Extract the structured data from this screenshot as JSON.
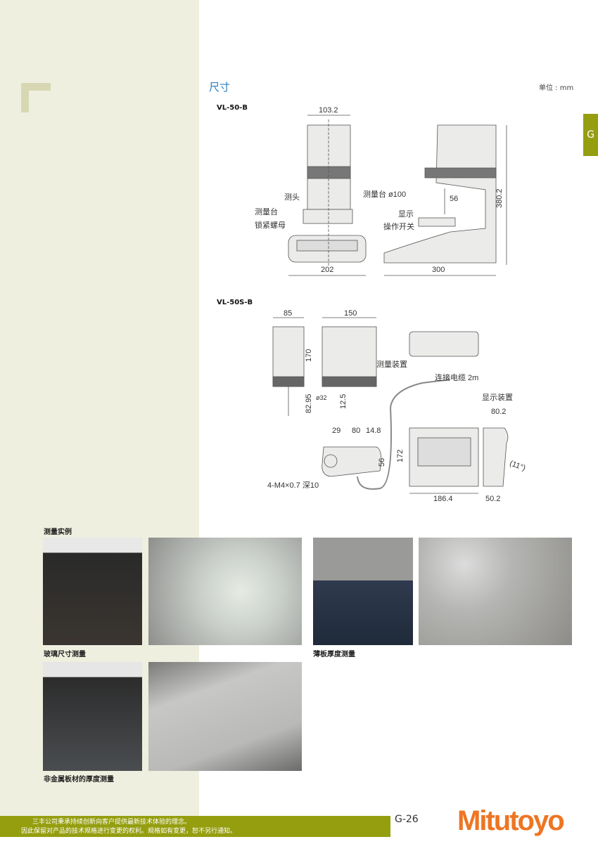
{
  "section": {
    "title": "尺寸",
    "unit": "单位 : mm",
    "tab": "G"
  },
  "vl50b": {
    "model": "VL-50-B",
    "dims": {
      "top_width": "103.2",
      "base_width": "202",
      "depth": "300",
      "height": "380.2",
      "throat": "56"
    },
    "labels": {
      "probe": "测头",
      "stage": "测量台",
      "lock_nut": "锁紧螺母",
      "stage_dia": "测量台 ø100",
      "display": "显示",
      "switch": "操作开关"
    }
  },
  "vl50sb": {
    "model": "VL-50S-B",
    "dims": {
      "w85": "85",
      "w150": "150",
      "h170": "170",
      "h82_95": "82.95",
      "d32": "ø32",
      "h12_5": "12.5",
      "d29": "29",
      "d80": "80",
      "d14_8": "14.8",
      "d56": "56",
      "h172": "172",
      "w186_4": "186.4",
      "w80_2": "80.2",
      "w50_2": "50.2",
      "angle": "(11°)",
      "thread": "4-M4×0.7 深10"
    },
    "labels": {
      "measuring_unit": "测量装置",
      "cable": "连接电缆 2m",
      "display_unit": "显示装置"
    }
  },
  "examples": {
    "heading": "测量实例",
    "captions": [
      "玻璃尺寸测量",
      "薄板厚度测量",
      "非金属板材的厚度测量"
    ]
  },
  "footer": {
    "line1": "三丰公司秉承持续创新向客户提供最新技术体验的理念。",
    "line2": "因此保留对产品的技术规格进行变更的权利。规格如有变更，恕不另行通知。",
    "page": "G-26",
    "logo": "Mitutoyo"
  }
}
